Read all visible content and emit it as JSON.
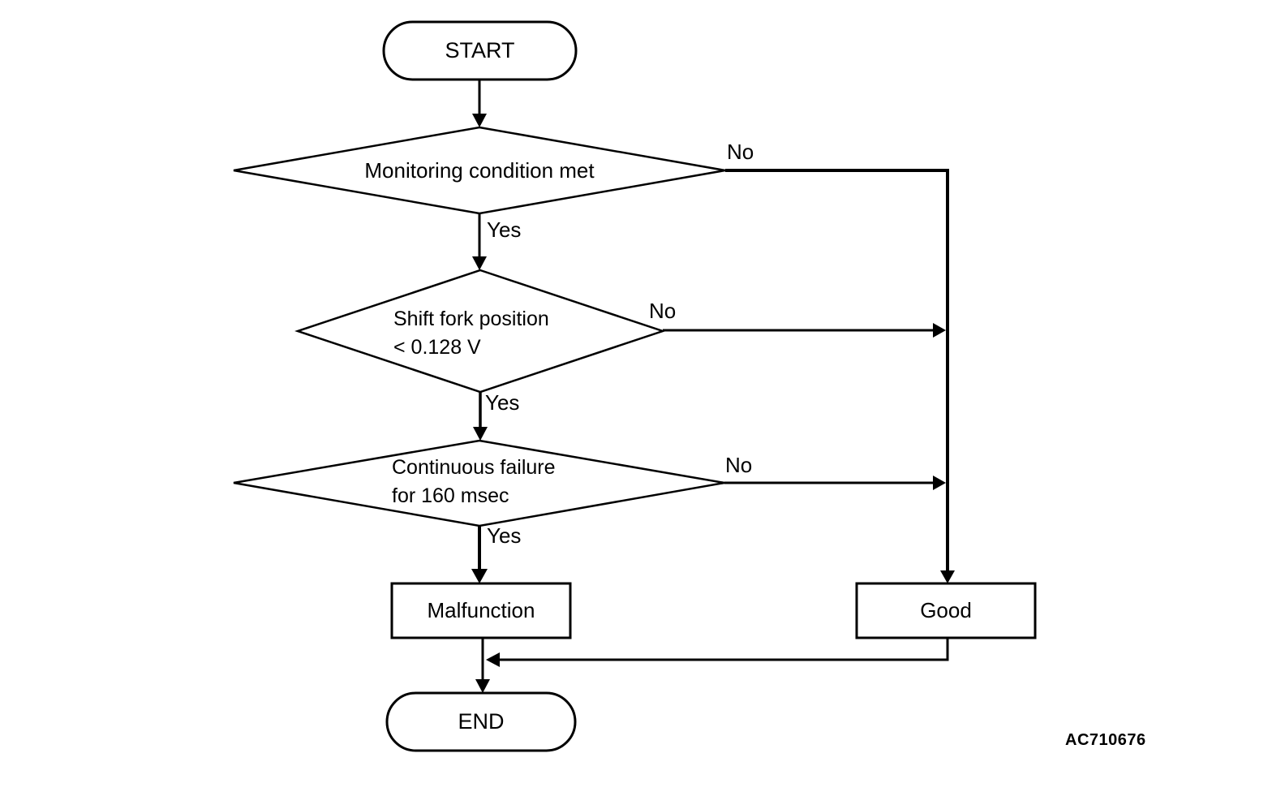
{
  "diagram": {
    "nodes": {
      "start": {
        "type": "terminator",
        "label": "START"
      },
      "decision1": {
        "type": "decision",
        "label": "Monitoring condition met"
      },
      "decision2": {
        "type": "decision",
        "line1": "Shift fork position",
        "line2": "< 0.128 V"
      },
      "decision3": {
        "type": "decision",
        "line1": "Continuous failure",
        "line2": "for 160 msec"
      },
      "malfunction": {
        "type": "process",
        "label": "Malfunction"
      },
      "good": {
        "type": "process",
        "label": "Good"
      },
      "end": {
        "type": "terminator",
        "label": "END"
      }
    },
    "edge_labels": {
      "decision1_no": "No",
      "decision1_yes": "Yes",
      "decision2_no": "No",
      "decision2_yes": "Yes",
      "decision3_no": "No",
      "decision3_yes": "Yes"
    },
    "figure_code": "AC710676",
    "colors": {
      "line": "#000000",
      "background": "#ffffff",
      "text": "#000000"
    }
  }
}
